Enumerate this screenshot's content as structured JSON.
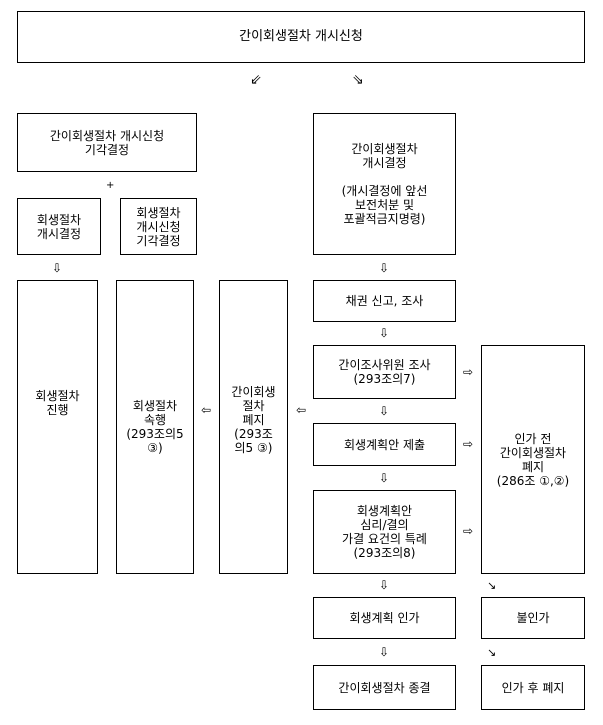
{
  "boxes": {
    "top": "간이회생절차 개시신청",
    "reject_application": "간이회생절차 개시신청\n기각결정",
    "rehab_start": "회생절차\n개시결정",
    "rehab_reject": "회생절차\n개시신청\n기각결정",
    "simple_start": "간이회생절차\n개시결정\n\n(개시결정에 앞선\n보전처분 및\n포괄적금지명령)",
    "claims_report": "채권 신고, 조사",
    "investigator": "간이조사위원 조사\n(293조의7)",
    "plan_submit": "회생계획안 제출",
    "plan_review": "회생계획안\n심리/결의\n가결 요건의 특례\n(293조의8)",
    "plan_approval": "회생계획 인가",
    "simple_end": "간이회생절차 종결",
    "rehab_progress": "회생절차\n진행",
    "rehab_continue": "회생절차\n속행\n(293조의5\n③)",
    "simple_abolish": "간이회생\n절차\n폐지\n(293조\n의5 ③)",
    "pre_approval_abolish": "인가 전\n간이회생절차\n폐지\n(286조 ①,②)",
    "non_approval": "불인가",
    "post_approval_abolish": "인가 후 폐지"
  },
  "arrows": {
    "diag_left": "⇙",
    "diag_right": "⇘",
    "down": "⇩",
    "right": "⇨",
    "left": "⇦",
    "small_diag": "↘",
    "plus": "+"
  }
}
